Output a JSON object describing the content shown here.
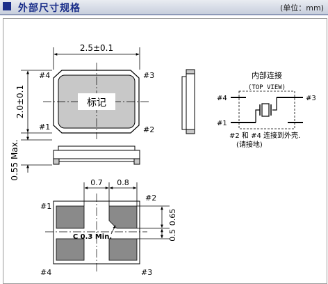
{
  "header": {
    "title": "外部尺寸规格",
    "unit": "(单位：mm)"
  },
  "top_view": {
    "width_dim": "2.5±0.1",
    "height_dim": "2.0±0.1",
    "marking": "标记",
    "pins": {
      "p1": "#1",
      "p2": "#2",
      "p3": "#3",
      "p4": "#4"
    }
  },
  "side_view": {
    "height_dim": "0.55 Max."
  },
  "schematic": {
    "title": "内部连接",
    "subtitle": "(TOP VIEW)",
    "pins": {
      "p1": "#1",
      "p3": "#3",
      "p4": "#4"
    },
    "note_line1": "#2 和 #4 连接到外壳.",
    "note_line2": "(请接地)"
  },
  "land_pattern": {
    "dim_gap": "0.7",
    "dim_pad_w": "0.8",
    "dim_pad_h": "0.65",
    "dim_gap_v": "0.5",
    "chamfer": "C 0.3 Min.",
    "pins": {
      "p1": "#1",
      "p2": "#2",
      "p3": "#3",
      "p4": "#4"
    }
  },
  "colors": {
    "title_blue": "#1b2f8a",
    "pad_gray": "#8a8a8a",
    "body_gray": "#c8c8c8"
  }
}
